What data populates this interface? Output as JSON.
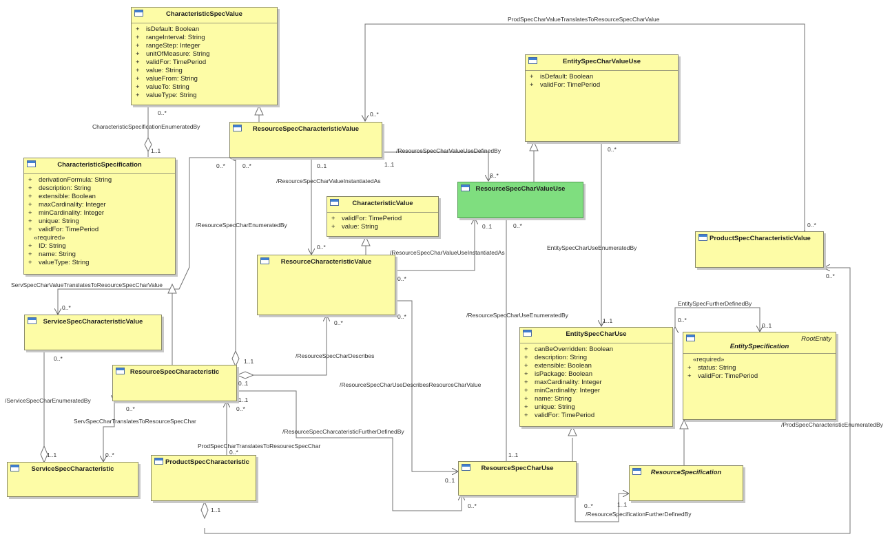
{
  "classes": {
    "characteristic_spec_value": {
      "name": "CharacteristicSpecValue",
      "attributes": [
        {
          "vis": "+",
          "text": "isDefault: Boolean"
        },
        {
          "vis": "+",
          "text": "rangeInterval: String"
        },
        {
          "vis": "+",
          "text": "rangeStep: Integer"
        },
        {
          "vis": "+",
          "text": "unitOfMeasure: String"
        },
        {
          "vis": "+",
          "text": "validFor: TimePeriod"
        },
        {
          "vis": "+",
          "text": "value: String"
        },
        {
          "vis": "+",
          "text": "valueFrom: String"
        },
        {
          "vis": "+",
          "text": "valueTo: String"
        },
        {
          "vis": "+",
          "text": "valueType: String"
        }
      ]
    },
    "characteristic_specification": {
      "name": "CharacteristicSpecification",
      "attributes": [
        {
          "vis": "+",
          "text": "derivationFormula: String"
        },
        {
          "vis": "+",
          "text": "description: String"
        },
        {
          "vis": "+",
          "text": "extensible: Boolean"
        },
        {
          "vis": "+",
          "text": "maxCardinality: Integer"
        },
        {
          "vis": "+",
          "text": "minCardinality: Integer"
        },
        {
          "vis": "+",
          "text": "unique: String"
        },
        {
          "vis": "+",
          "text": "validFor: TimePeriod"
        }
      ],
      "group_label": "«required»",
      "required_attributes": [
        {
          "vis": "+",
          "text": "ID: String"
        },
        {
          "vis": "+",
          "text": "name: String"
        },
        {
          "vis": "+",
          "text": "valueType: String"
        }
      ]
    },
    "resource_spec_characteristic_value": {
      "name": "ResourceSpecCharacteristicValue"
    },
    "entity_spec_char_value_use": {
      "name": "EntitySpecCharValueUse",
      "attributes": [
        {
          "vis": "+",
          "text": "isDefault: Boolean"
        },
        {
          "vis": "+",
          "text": "validFor: TimePeriod"
        }
      ]
    },
    "characteristic_value": {
      "name": "CharacteristicValue",
      "attributes": [
        {
          "vis": "+",
          "text": "validFor: TimePeriod"
        },
        {
          "vis": "+",
          "text": "value: String"
        }
      ]
    },
    "resource_spec_char_value_use": {
      "name": "ResourceSpecCharValueUse"
    },
    "product_spec_characteristic_value": {
      "name": "ProductSpecCharacteristicValue"
    },
    "resource_characteristic_value": {
      "name": "ResourceCharacteristicValue"
    },
    "service_spec_characteristic_value": {
      "name": "ServiceSpecCharacteristicValue"
    },
    "resource_spec_characteristic": {
      "name": "ResourceSpecCharacteristic"
    },
    "entity_spec_char_use": {
      "name": "EntitySpecCharUse",
      "attributes": [
        {
          "vis": "+",
          "text": "canBeOverridden: Boolean"
        },
        {
          "vis": "+",
          "text": "description: String"
        },
        {
          "vis": "+",
          "text": "extensible: Boolean"
        },
        {
          "vis": "+",
          "text": "isPackage: Boolean"
        },
        {
          "vis": "+",
          "text": "maxCardinality: Integer"
        },
        {
          "vis": "+",
          "text": "minCardinality: Integer"
        },
        {
          "vis": "+",
          "text": "name: String"
        },
        {
          "vis": "+",
          "text": "unique: String"
        },
        {
          "vis": "+",
          "text": "validFor: TimePeriod"
        }
      ]
    },
    "entity_specification": {
      "name": "EntitySpecification",
      "stereotype": "RootEntity",
      "group_label": "«required»",
      "attributes": [
        {
          "vis": "+",
          "text": "status: String"
        },
        {
          "vis": "+",
          "text": "validFor: TimePeriod"
        }
      ]
    },
    "service_spec_characteristic": {
      "name": "ServiceSpecCharacteristic"
    },
    "product_spec_characteristic": {
      "name": "ProductSpecCharacteristic"
    },
    "resource_spec_char_use": {
      "name": "ResourceSpecCharUse"
    },
    "resource_specification": {
      "name": "ResourceSpecification"
    }
  },
  "labels": {
    "prodspec_translates": "ProdSpecCharValueTranslatesToResourceSpecCharValue",
    "char_spec_enumerated_by": "CharacteristicSpecificationEnumeratedBy",
    "rscv_use_defined_by": "/ResourceSpecCharValueUseDefinedBy",
    "rscv_instantiated_as": "/ResourceSpecCharValueInstantiatedAs",
    "rsc_enumerated_by": "/ResourceSpecCharEnumeratedBy",
    "rscvu_instantiated_as": "/ResourceSpecCharValueUseInstantiatedAs",
    "entity_spec_char_use_enumerated_by": "EntitySpecCharUseEnumeratedBy",
    "servspec_value_translates": "ServSpecCharValueTranslatesToResourceSpecCharValue",
    "rscu_enumerated_by": "/ResourceSpecCharUseEnumeratedBy",
    "entity_spec_further_defined_by": "EntitySpecFurtherDefinedBy",
    "rsc_describes": "/ResourceSpecCharDescribes",
    "rscu_describes_rcv": "/ResourceSpecCharUseDescribesResourceCharValue",
    "service_spec_char_enumerated_by": "/ServiceSpecCharEnumeratedBy",
    "servspec_translates": "ServSpecCharTranslatesToResourceSpecChar",
    "prodspec_char_translates": "ProdSpecCharTranslatesToResourecSpecChar",
    "rsc_further_defined_by": "/ResourceSpecCharcateristicFurtherDefinedBy",
    "prodspec_char_enumerated_by": "/ProdSpecCharacteristicEnumeratedBy",
    "resource_spec_further_defined_by": "/ResourceSpecificationFurtherDefinedBy"
  },
  "multiplicities": {
    "m_csv_0n": "0..*",
    "m_cs_11": "1..1",
    "m_rscv_top_0n": "0..*",
    "m_rscv_l_0n": "0..*",
    "m_rscv_l2_0n": "0..*",
    "m_rscv_b_01": "0..1",
    "m_rscv_r_11": "1..1",
    "m_rscvu_in_0n": "0..*",
    "m_escvu_0n": "0..*",
    "m_pscv_0n": "0..*",
    "m_pscv_r_0n": "0..*",
    "m_rcv_top_0n": "0..*",
    "m_rscvu_b_01": "0..1",
    "m_rscvu_b_0n": "0..*",
    "m_rcv_r_0n": "0..*",
    "m_rcv_r2_0n": "0..*",
    "m_sscv_0n": "0..*",
    "m_sscv_b_0n": "0..*",
    "m_rcv_b_0n": "0..*",
    "m_rsc_11": "1..1",
    "m_rsc_01": "0..1",
    "m_rsc_r_11": "1..1",
    "m_escu_11": "1..1",
    "m_escu_0n": "0..*",
    "m_es_01": "0..1",
    "m_rsc_b1_0n": "0..*",
    "m_rsc_b2_0n": "0..*",
    "m_ssc_11": "1..1",
    "m_ssc_0n": "0..*",
    "m_psc_0n": "0..*",
    "m_psc_11": "1..1",
    "m_rscu_11": "1..1",
    "m_rscu_01": "0..1",
    "m_rscu_0n": "0..*",
    "m_rscu_r_0n": "0..*",
    "m_rs_11": "1..1"
  }
}
